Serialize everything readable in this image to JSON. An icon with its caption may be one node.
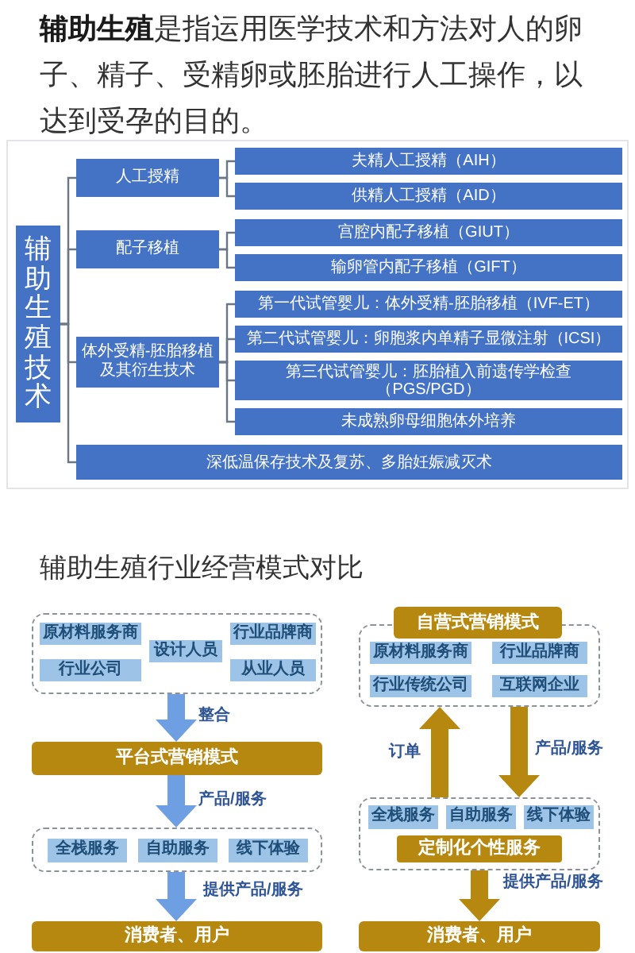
{
  "diagram": {
    "nodes": [
      {
        "text": [
          "辅助生殖技术"
        ]
      },
      {
        "text": [
          "人工授精"
        ]
      },
      {
        "text": [
          "配子移植"
        ]
      },
      {
        "text": [
          "体外受精-胚胎移植及其衍生技术"
        ]
      },
      {
        "text": [
          "夫精人工授精（AIH）"
        ]
      },
      {
        "text": [
          "供精人工授精（AID）"
        ]
      },
      {
        "text": [
          "宫腔内配子移植（GIUT）"
        ]
      },
      {
        "text": [
          "输卵管内配子移植（GIFT）"
        ]
      },
      {
        "text": [
          "第一代试管婴儿：体外受精-胚胎移植（IVF-ET）"
        ]
      },
      {
        "text": [
          "第二代试管婴儿：卵胞浆内单精子显微注射（ICSI）"
        ]
      },
      {
        "text": [
          "第三代试管婴儿：胚胎植入前遗传学检查（PGS/PGD）"
        ]
      },
      {
        "text": [
          "未成熟卵母细胞体外培养"
        ]
      },
      {
        "text": [
          "深低温保存技术及复苏、多胎妊娠减灭术"
        ]
      },
      {
        "text": [],
        "shape": "box"
      },
      {
        "text": [
          "原材料服务商"
        ],
        "in": 13
      },
      {
        "text": [
          "行业品牌商"
        ],
        "in": 13
      },
      {
        "text": [
          "设计人员"
        ],
        "in": 13
      },
      {
        "text": [
          "行业公司"
        ],
        "in": 13
      },
      {
        "text": [
          "从业人员"
        ],
        "in": 13
      },
      {
        "text": [
          "平台式营销模式"
        ]
      },
      {
        "text": [],
        "shape": "box"
      },
      {
        "text": [
          "全栈服务"
        ],
        "in": 20
      },
      {
        "text": [
          "自助服务"
        ],
        "in": 20
      },
      {
        "text": [
          "线下体验"
        ],
        "in": 20
      },
      {
        "text": [
          "消费者、用户"
        ]
      },
      {
        "text": [
          "自营式营销模式"
        ]
      },
      {
        "text": [],
        "shape": "box"
      },
      {
        "text": [
          "原材料服务商"
        ],
        "in": 26
      },
      {
        "text": [
          "行业品牌商"
        ],
        "in": 26
      },
      {
        "text": [
          "行业传统公司"
        ],
        "in": 26
      },
      {
        "text": [
          "互联网企业"
        ],
        "in": 26
      },
      {
        "text": [],
        "shape": "box"
      },
      {
        "text": [
          "全栈服务"
        ],
        "in": 31
      },
      {
        "text": [
          "自助服务"
        ],
        "in": 31
      },
      {
        "text": [
          "线下体验"
        ],
        "in": 31
      },
      {
        "text": [
          "定制化个性服务"
        ],
        "in": 31
      },
      {
        "text": [
          "消费者、用户"
        ]
      }
    ],
    "edges": [
      {
        "from": 0,
        "to": 1,
        "arrow": "none"
      },
      {
        "from": 0,
        "to": 2,
        "arrow": "none"
      },
      {
        "from": 0,
        "to": 3,
        "arrow": "none"
      },
      {
        "from": 0,
        "to": 12,
        "arrow": "none"
      },
      {
        "from": 1,
        "to": 4,
        "arrow": "none"
      },
      {
        "from": 1,
        "to": 5,
        "arrow": "none"
      },
      {
        "from": 2,
        "to": 6,
        "arrow": "none"
      },
      {
        "from": 2,
        "to": 7,
        "arrow": "none"
      },
      {
        "from": 3,
        "to": 8,
        "arrow": "none"
      },
      {
        "from": 3,
        "to": 9,
        "arrow": "none"
      },
      {
        "from": 3,
        "to": 10,
        "arrow": "none"
      },
      {
        "from": 3,
        "to": 11,
        "arrow": "none"
      },
      {
        "from": 13,
        "to": 19,
        "arrow": "to",
        "label": "整合",
        "style": "thick",
        "color": "#6f9fe3"
      },
      {
        "from": 19,
        "to": 20,
        "arrow": "to",
        "label": "产品/服务",
        "style": "thick",
        "color": "#6f9fe3"
      },
      {
        "from": 20,
        "to": 24,
        "arrow": "to",
        "label": "提供产品/服务",
        "style": "thick",
        "color": "#6f9fe3"
      },
      {
        "from": 31,
        "to": 26,
        "arrow": "to",
        "label": "订单",
        "style": "thick",
        "color": "#b7880f"
      },
      {
        "from": 26,
        "to": 31,
        "arrow": "to",
        "label": "产品/服务",
        "style": "thick",
        "color": "#b7880f"
      },
      {
        "from": 31,
        "to": 36,
        "arrow": "to",
        "label": "提供产品/服务",
        "style": "thick",
        "color": "#b7880f"
      }
    ],
    "labels": [
      "**辅助生殖**是指运用医学技术和方法对人的卵子、精子、受精卵或胚胎进行人工操作，以达到受孕的目的。",
      "辅助生殖行业经营模式对比"
    ]
  }
}
